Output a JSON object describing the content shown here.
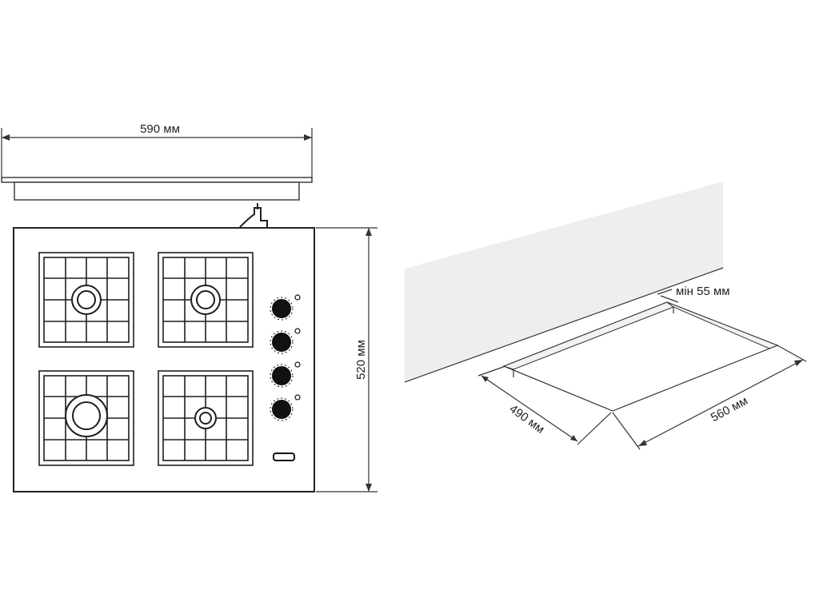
{
  "dimensions": {
    "width_top": "590 мм",
    "depth_side": "520 мм",
    "min_gap": "мін 55 мм",
    "cutout_depth": "490 мм",
    "cutout_width": "560 мм"
  },
  "hob": {
    "burners": 4,
    "knobs": 4
  },
  "colors": {
    "line": "#333333",
    "wall": "#eeeeee",
    "knob": "#111111"
  }
}
